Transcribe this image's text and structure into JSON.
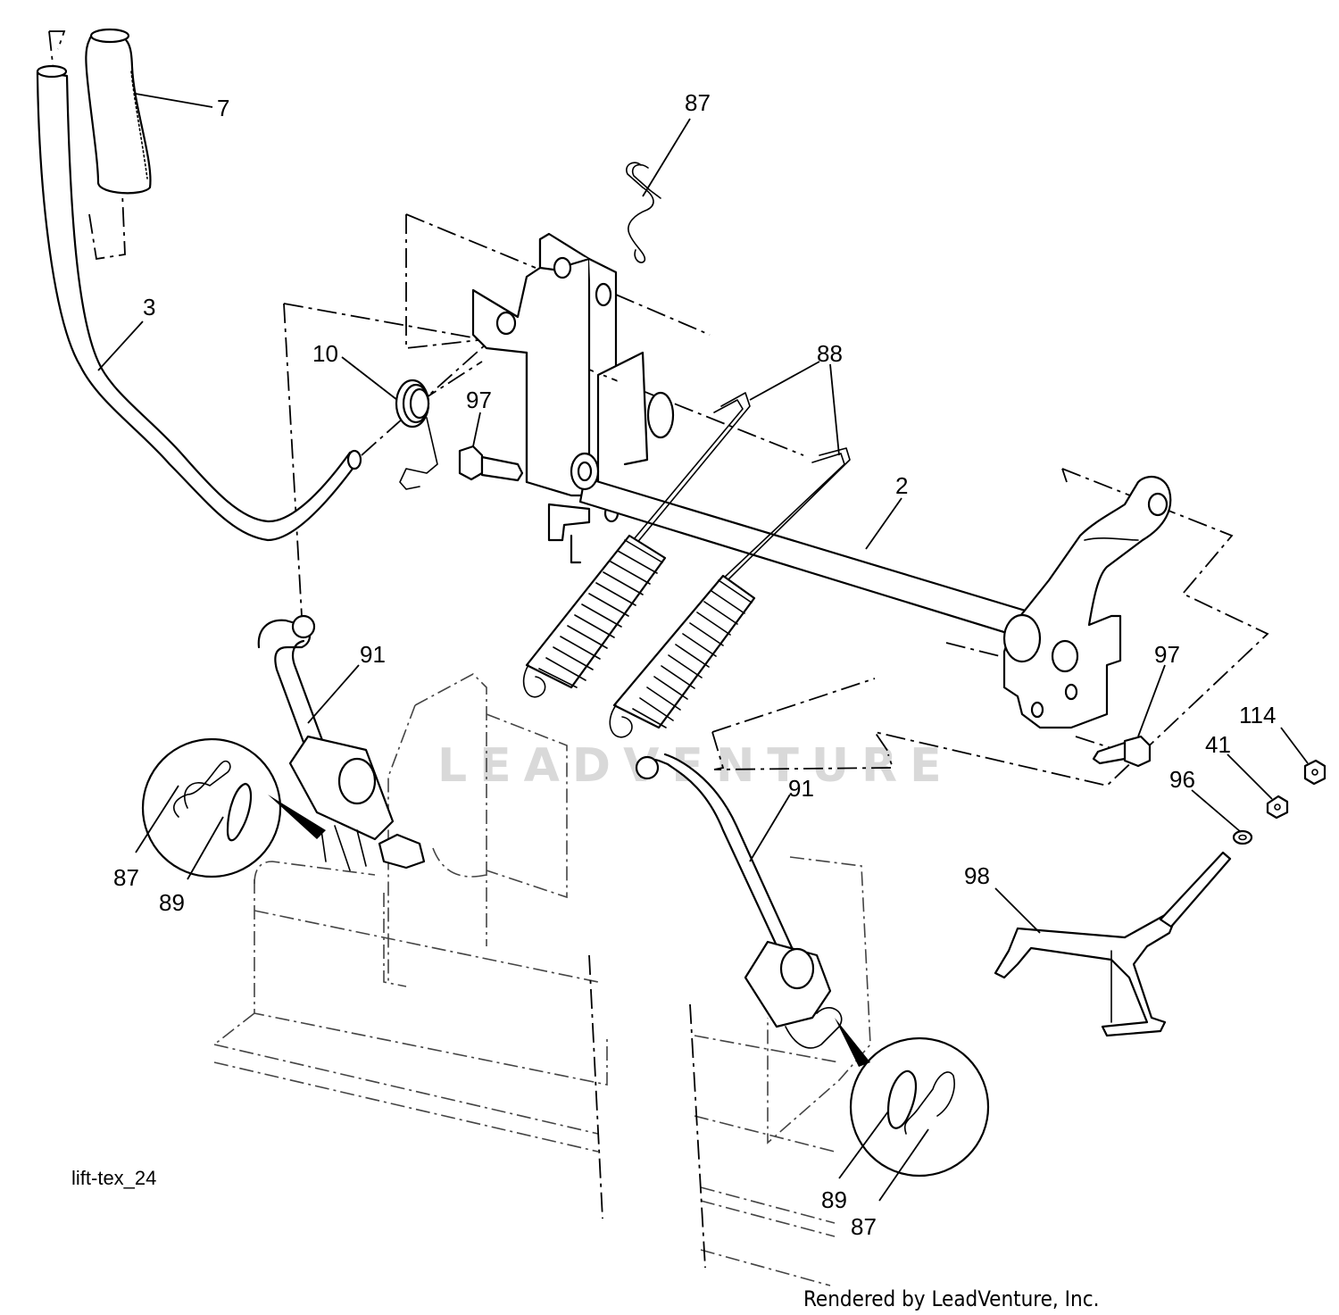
{
  "diagram_id": "lift-tex_24",
  "watermark": "LEADVENTURE",
  "credit": "Rendered by LeadVenture, Inc.",
  "callouts": {
    "c7": "7",
    "c87_top": "87",
    "c3": "3",
    "c10": "10",
    "c97_left": "97",
    "c88": "88",
    "c2": "2",
    "c91_left": "91",
    "c97_right": "97",
    "c114": "114",
    "c41": "41",
    "c96": "96",
    "c98": "98",
    "c91_right": "91",
    "c87_left": "87",
    "c89_left": "89",
    "c89_right": "89",
    "c87_right": "87"
  }
}
